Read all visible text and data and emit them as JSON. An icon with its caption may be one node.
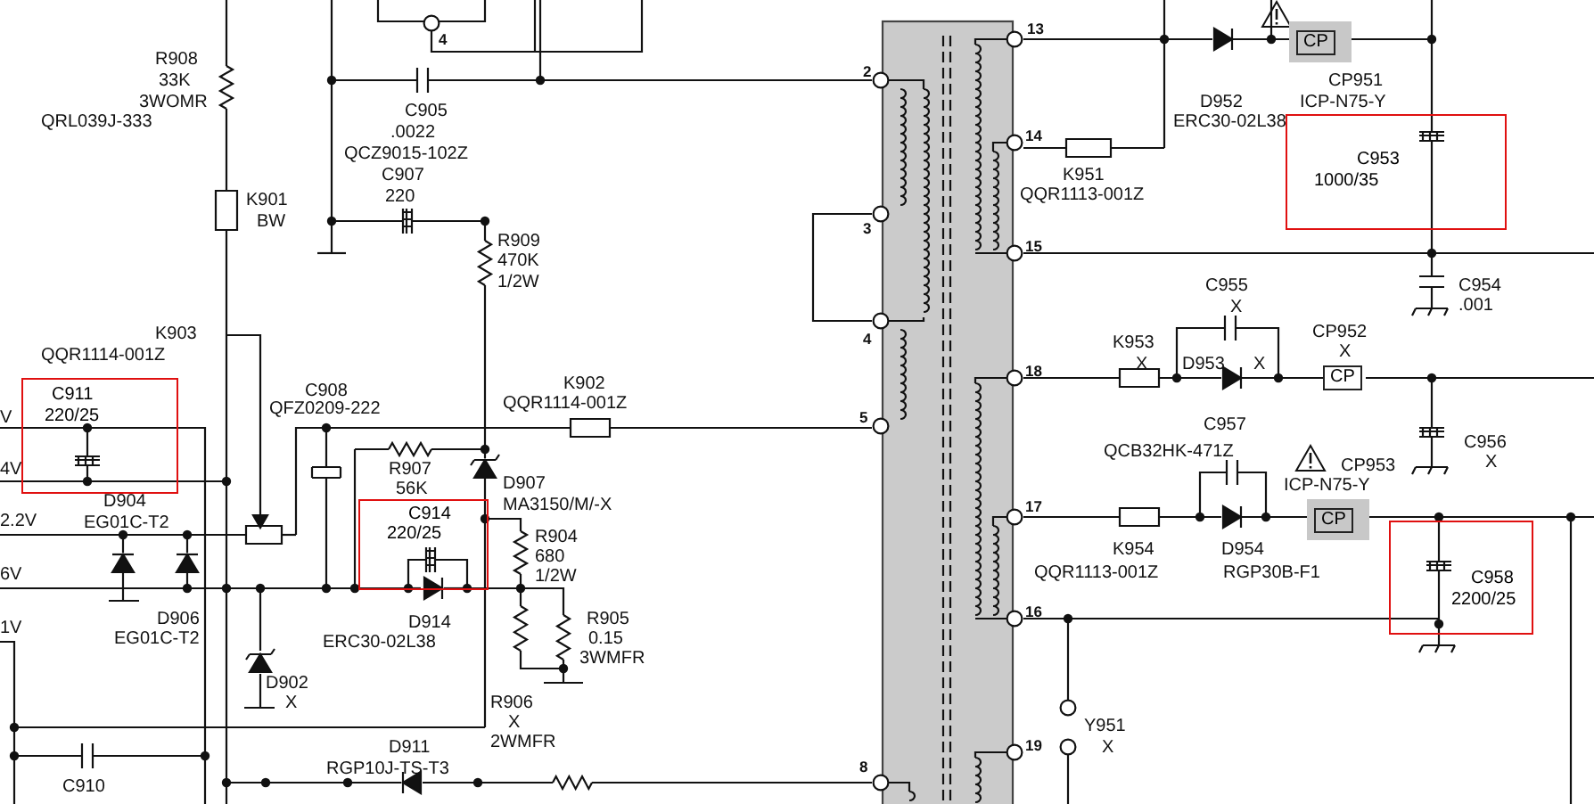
{
  "diagram": {
    "nodes": [
      {
        "text": [
          "C911",
          "220/25"
        ]
      },
      {
        "text": [
          "C914",
          "220/25"
        ]
      },
      {
        "text": [
          "C953",
          "1000/35"
        ]
      },
      {
        "text": [
          "C958",
          "2200/25"
        ]
      },
      {
        "text": [
          "CP"
        ]
      },
      {
        "text": [
          "CP"
        ]
      },
      {
        "text": [
          "CP"
        ]
      }
    ],
    "labels": [
      "R908",
      "33K",
      "3WOMR",
      "QRL039J-333",
      "C905",
      ".0022",
      "QCZ9015-102Z",
      "C907",
      "220",
      "K901",
      "BW",
      "R909",
      "470K",
      "1/2W",
      "K903",
      "QQR1114-001Z",
      "C908",
      "QFZ0209-222",
      "K902",
      "QQR1114-001Z",
      "V",
      "4V",
      "R907",
      "56K",
      "D907",
      "MA3150/M/-X",
      "D904",
      "EG01C-T2",
      "2.2V",
      "R904",
      "680",
      "1/2W",
      "6V",
      "R905",
      "0.15",
      "3WMFR",
      "D906",
      "EG01C-T2",
      "D914",
      "ERC30-02L38",
      "1V",
      "D902",
      "X",
      "R906",
      "X",
      "2WMFR",
      "D911",
      "RGP10J-TS-T3",
      "C910",
      "4",
      "2",
      "3",
      "4",
      "5",
      "8",
      "13",
      "14",
      "15",
      "18",
      "17",
      "16",
      "19",
      "D952",
      "ERC30-02L38",
      "CP951",
      "ICP-N75-Y",
      "K951",
      "QQR1113-001Z",
      "C954",
      ".001",
      "C955",
      "X",
      "K953",
      "X",
      "D953",
      "X",
      "CP952",
      "X",
      "C957",
      "QCB32HK-471Z",
      "C956",
      "X",
      "CP953",
      "ICP-N75-Y",
      "K954",
      "QQR1113-001Z",
      "D954",
      "RGP30B-F1",
      "Y951",
      "X"
    ]
  }
}
